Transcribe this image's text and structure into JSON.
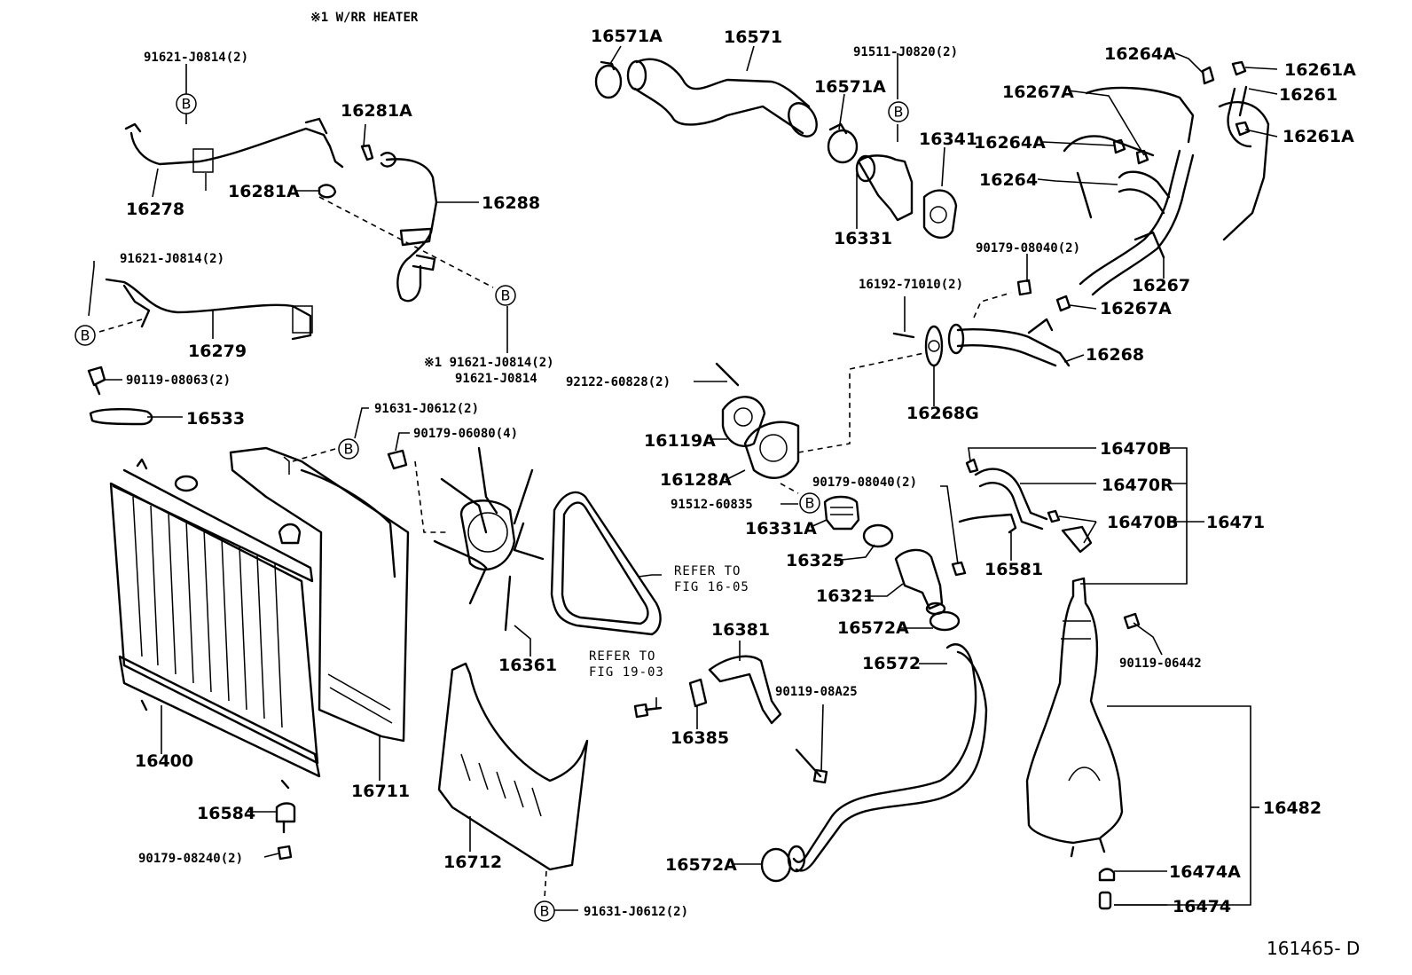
{
  "diagram": {
    "note": "※1 W/RR HEATER",
    "figure_id": "161465- D",
    "bolt_letter": "B",
    "labels": {
      "p16571A_1": "16571A",
      "p16571": "16571",
      "p91511": "91511-J0820(2)",
      "p16571A_2": "16571A",
      "p16341": "16341",
      "p16331": "16331",
      "p91621_top": "91621-J0814(2)",
      "p16281A_1": "16281A",
      "p16281A_2": "16281A",
      "p16278": "16278",
      "p16288": "16288",
      "p91621_mid": "91621-J0814(2)",
      "p16279": "16279",
      "p91621_star": "※1 91621-J0814(2)",
      "p91621_plain": "91621-J0814",
      "p90119_08063": "90119-08063(2)",
      "p16533": "16533",
      "p91631_top": "91631-J0612(2)",
      "p90179_06080": "90179-06080(4)",
      "p16264A_1": "16264A",
      "p16261A_1": "16261A",
      "p16267A_1": "16267A",
      "p16261": "16261",
      "p16264A_2": "16264A",
      "p16261A_2": "16261A",
      "p16264": "16264",
      "p90179_08040_a": "90179-08040(2)",
      "p16192": "16192-71010(2)",
      "p16267": "16267",
      "p16267A_2": "16267A",
      "p16268": "16268",
      "p92122": "92122-60828(2)",
      "p16268G": "16268G",
      "p16119A": "16119A",
      "p16128A": "16128A",
      "p16470B_1": "16470B",
      "p16470R": "16470R",
      "p90179_08040_b": "90179-08040(2)",
      "p91512": "91512-60835",
      "p16331A": "16331A",
      "p16470B_2": "16470B",
      "p16471": "16471",
      "p16581": "16581",
      "p16325": "16325",
      "p16321": "16321",
      "p16572A_1": "16572A",
      "p90119_06442": "90119-06442",
      "p16381": "16381",
      "p16572": "16572",
      "p90119_08A25": "90119-08A25",
      "p16385": "16385",
      "p16361": "16361",
      "p16400": "16400",
      "p16711": "16711",
      "p16584": "16584",
      "p90179_08240": "90179-08240(2)",
      "p16712": "16712",
      "p16572A_2": "16572A",
      "p16482": "16482",
      "p16474A": "16474A",
      "p16474": "16474",
      "p91631_bot": "91631-J0612(2)"
    },
    "refer_fan": [
      "REFER TO",
      "FIG 16-05"
    ],
    "refer_bracket": [
      "REFER TO",
      "FIG 19-03"
    ]
  }
}
